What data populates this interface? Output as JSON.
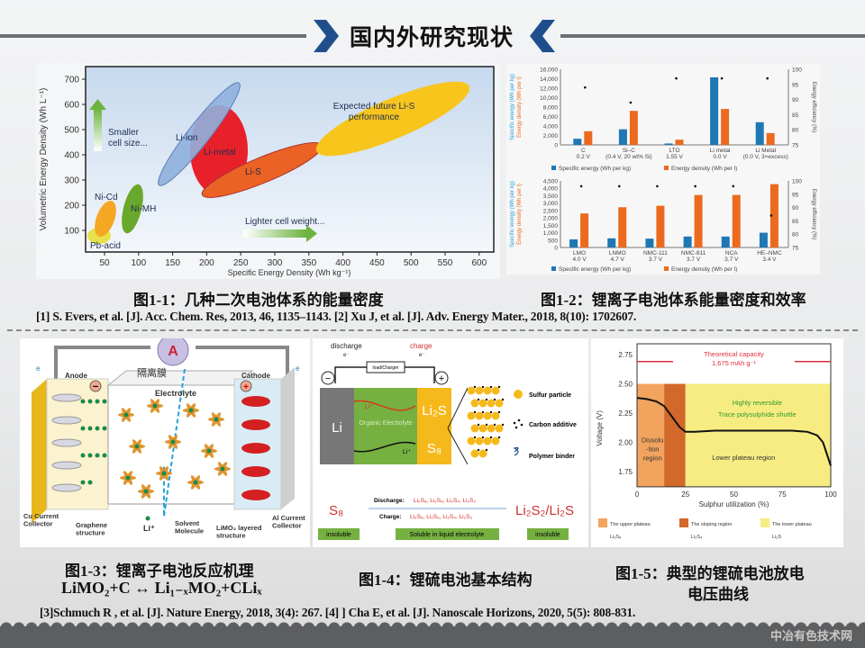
{
  "header": {
    "title": "国内外研究现状",
    "accent": "#1f4e8c"
  },
  "fig1_1": {
    "caption": "图1-1：几种二次电池体系的能量密度",
    "chart_data": {
      "type": "scatter",
      "xlabel": "Specific Energy Density (Wh kg⁻¹)",
      "ylabel": "Volumetric Energy Density (Wh L⁻¹)",
      "xticks": [
        50,
        100,
        150,
        200,
        250,
        300,
        350,
        400,
        450,
        500,
        550,
        600
      ],
      "yticks": [
        100,
        200,
        300,
        400,
        500,
        600,
        700
      ],
      "xlim": [
        35,
        615
      ],
      "ylim": [
        30,
        740
      ],
      "regions": [
        {
          "name": "Pb-acid",
          "color": "#e6e04a"
        },
        {
          "name": "Ni-Cd",
          "color": "#f5a623"
        },
        {
          "name": "Ni-MH",
          "color": "#6aa82d"
        },
        {
          "name": "Li-ion",
          "color": "#8fb0dd"
        },
        {
          "name": "Li-metal",
          "color": "#e8202a"
        },
        {
          "name": "Li-S",
          "color": "#ec6224"
        },
        {
          "name": "Expected future Li-S performance",
          "color": "#f7c51c"
        }
      ],
      "annotations": [
        "Smaller cell size...",
        "Lighter cell weight..."
      ]
    }
  },
  "fig1_2": {
    "caption": "图1-2：锂离子电池体系能量密度和效率",
    "chart_data": [
      {
        "type": "bar",
        "categories": [
          "C\n0.2 V",
          "Si–C\n(0.4 V, 20 wt% Si)",
          "LTO\n1.55 V",
          "Li metal\n0.0 V",
          "Li Metal\n(0.0 V, 3×excess)"
        ],
        "series": [
          {
            "name": "Specific energy (Wh per kg)",
            "color": "#1f77b4",
            "values": [
              1300,
              3300,
              300,
              14300,
              4800
            ]
          },
          {
            "name": "Energy density (Wh per l)",
            "color": "#ec6a1e",
            "values": [
              2900,
              7200,
              1100,
              7600,
              2500
            ]
          }
        ],
        "efficiency": [
          94,
          89,
          97,
          97,
          97
        ],
        "ylim": [
          0,
          16000
        ],
        "yticks": [
          "0",
          "2,000",
          "4,000",
          "6,000",
          "8,000",
          "10,000",
          "12,000",
          "14,000",
          "16,000"
        ],
        "y2lim": [
          75,
          100
        ],
        "y2ticks": [
          "75",
          "80",
          "85",
          "90",
          "95",
          "100"
        ],
        "ylabel_1": "Specific energy (Wh per kg)",
        "ylabel_2": "Energy density (Wh per l)",
        "y2label": "Energy efficiency (%)"
      },
      {
        "type": "bar",
        "categories": [
          "LMO\n4.0 V",
          "LNMO\n4.7 V",
          "NMC-111\n3.7 V",
          "NMC-811\n3.7 V",
          "NCA\n3.7 V",
          "HE–NMC\n3.4 V"
        ],
        "series": [
          {
            "name": "Specific energy (Wh per kg)",
            "color": "#1f77b4",
            "values": [
              550,
              620,
              600,
              740,
              740,
              1000
            ]
          },
          {
            "name": "Energy density (Wh per l)",
            "color": "#ec6a1e",
            "values": [
              2300,
              2720,
              2820,
              3550,
              3550,
              4280
            ]
          }
        ],
        "efficiency": [
          98,
          98,
          98,
          98,
          98,
          87
        ],
        "ylim": [
          0,
          4500
        ],
        "yticks": [
          "0",
          "500",
          "1,000",
          "1,500",
          "2,000",
          "2,500",
          "3,000",
          "3,500",
          "4,000",
          "4,500"
        ],
        "y2lim": [
          75,
          100
        ],
        "y2ticks": [
          "75",
          "80",
          "85",
          "90",
          "95",
          "100"
        ],
        "ylabel_1": "Specific energy (Wh per kg)",
        "ylabel_2": "Energy density (Wh per l)",
        "y2label": "Energy efficiency (%)"
      }
    ]
  },
  "ref_1": "[1] S. Evers, et al. [J]. Acc. Chem. Res, 2013, 46, 1135–1143. [2] Xu J, et al. [J]. Adv. Energy Mater., 2018, 8(10): 1702607.",
  "fig1_3": {
    "ammeter": "A",
    "anode": "Anode",
    "cathode": "Cathode",
    "separator": "隔离膜",
    "electrolyte": "Electrolyte",
    "minus": "−",
    "plus": "+",
    "electron": "e",
    "cu_collector": "Cu Current Collector",
    "graphene": "Graphene structure",
    "li_ion": "Li⁺",
    "solvent": "Solvent Molecule",
    "limo2": "LiMO₂ layered structure",
    "al_collector": "Al Current Collector",
    "caption": "图1-3：锂离子电池反应机理",
    "equation_left": "LiMO₂+C",
    "equation_arrow": "↔",
    "equation_right": "Li₁₋ₓMO₂+CLiₓ"
  },
  "fig1_4": {
    "discharge": "discharge",
    "charge": "charge",
    "electron": "e⁻",
    "load": "load/Charger",
    "minus": "−",
    "plus": "+",
    "li": "Li",
    "electrolyte": "Organic Electrolyte",
    "li2s": "Li₂S",
    "s8": "S₈",
    "li_ion": "Li⁺",
    "legend": [
      "Sulfur particle",
      "Carbon additive",
      "Polymer binder"
    ],
    "discharge_label": "Discharge:",
    "discharge_species": "Li₂S₈, Li₂S₆, Li₂S₄, Li₂S₃",
    "charge_label": "Charge:",
    "charge_species": "Li₂S₈, Li₂S₆, Li₂S₄, Li₂S₃",
    "left_species": "S₈",
    "right_species": "Li₂S₂/Li₂S",
    "tags": [
      "insoluble",
      "Soluble in liquid electrolyte",
      "insoluble"
    ],
    "caption": "图1-4：锂硫电池基本结构"
  },
  "fig1_5": {
    "caption_line1": "图1-5：典型的锂硫电池放电",
    "caption_line2": "电压曲线",
    "chart_data": {
      "type": "line",
      "xlabel": "Sulphur utilization (%)",
      "ylabel": "Voltage (V)",
      "xlim": [
        0,
        100
      ],
      "ylim": [
        1.62,
        2.85
      ],
      "xticks": [
        "0",
        "25",
        "50",
        "75",
        "100"
      ],
      "yticks": [
        "1.75",
        "2.00",
        "2.25",
        "2.50",
        "2.75"
      ],
      "x": [
        0,
        5,
        10,
        14,
        18,
        22,
        25,
        30,
        40,
        60,
        80,
        88,
        93,
        96,
        98,
        100
      ],
      "y": [
        2.38,
        2.37,
        2.35,
        2.31,
        2.22,
        2.13,
        2.09,
        2.09,
        2.1,
        2.1,
        2.1,
        2.09,
        2.06,
        2.0,
        1.9,
        1.8
      ],
      "regions": [
        {
          "name": "The upper plateau",
          "from": 0,
          "to": 14,
          "color": "#f2a35e",
          "species": "Li₂S₈"
        },
        {
          "name": "The sloping region",
          "from": 14,
          "to": 25,
          "color": "#d2692a",
          "species": "Li₂S₄"
        },
        {
          "name": "The lower plateau",
          "from": 25,
          "to": 100,
          "color": "#f6ec82",
          "species": "Li₂S"
        }
      ],
      "annotations": {
        "capacity": "Theoretical capacity",
        "capacity_value": "1,675 mAh g⁻¹",
        "reversible": "Highly reversible",
        "shuttle": "Trace polysulphide shuttle",
        "dissolution": "Dissolu -tion region",
        "lower": "Lower plateau region"
      }
    }
  },
  "ref_2": "[3]Schmuch R , et al. [J]. Nature Energy, 2018, 3(4): 267. [4] ] Cha E, et al. [J]. Nanoscale Horizons, 2020, 5(5): 808-831.",
  "footer": {
    "logo_text": "中冶有色技术网"
  }
}
